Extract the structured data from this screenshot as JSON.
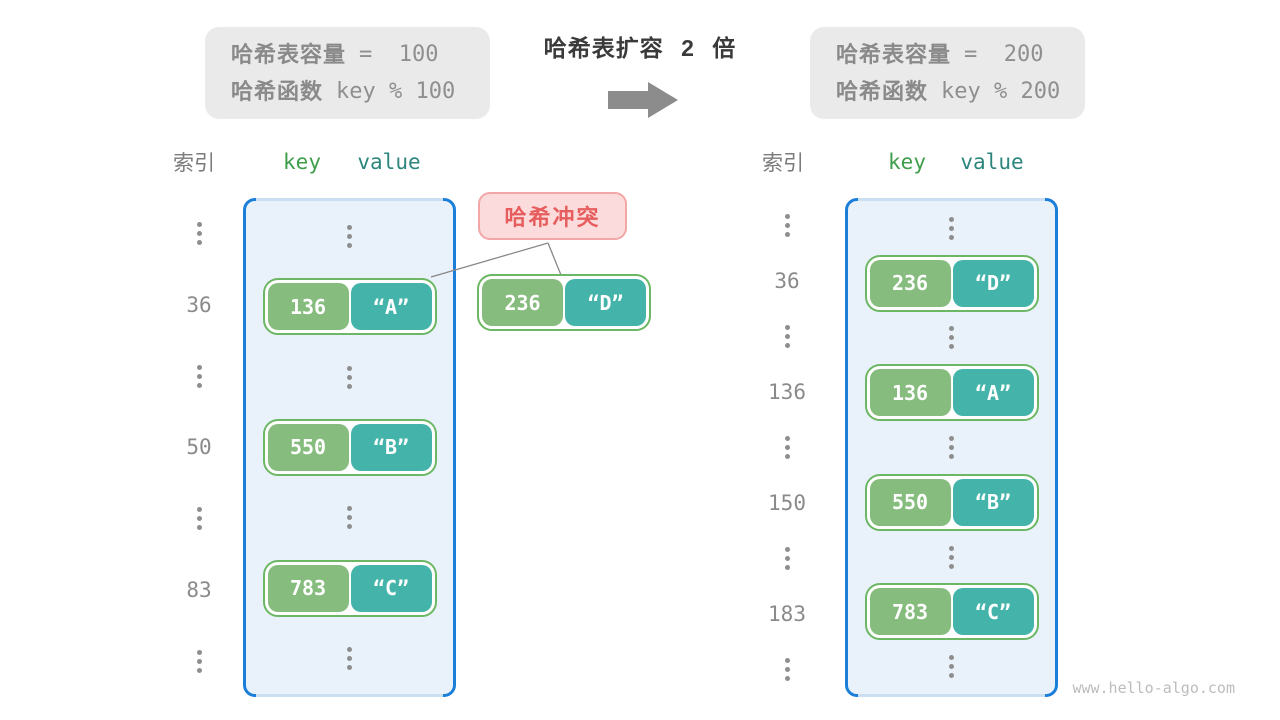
{
  "info_box_old": {
    "rows": [
      {
        "label": "哈希表容量",
        "value": "=  100"
      },
      {
        "label": "哈希函数",
        "value": "key % 100"
      }
    ]
  },
  "info_box_new": {
    "rows": [
      {
        "label": "哈希表容量",
        "value": "=  200"
      },
      {
        "label": "哈希函数",
        "value": "key % 200"
      }
    ]
  },
  "transition": {
    "title": "哈希表扩容 2 倍",
    "arrow_icon": "right-block-arrow"
  },
  "collision": {
    "label": "哈希冲突",
    "pair": {
      "key": "236",
      "value": "“D”"
    }
  },
  "table_old": {
    "headers": {
      "index": "索引",
      "key": "key",
      "value": "value"
    },
    "rows": [
      {
        "type": "dots"
      },
      {
        "type": "entry",
        "index": "36",
        "key": "136",
        "value": "“A”"
      },
      {
        "type": "dots"
      },
      {
        "type": "entry",
        "index": "50",
        "key": "550",
        "value": "“B”"
      },
      {
        "type": "dots"
      },
      {
        "type": "entry",
        "index": "83",
        "key": "783",
        "value": "“C”"
      },
      {
        "type": "dots"
      }
    ]
  },
  "table_new": {
    "headers": {
      "index": "索引",
      "key": "key",
      "value": "value"
    },
    "rows": [
      {
        "type": "dots"
      },
      {
        "type": "entry",
        "index": "36",
        "key": "236",
        "value": "“D”"
      },
      {
        "type": "dots"
      },
      {
        "type": "entry",
        "index": "136",
        "key": "136",
        "value": "“A”"
      },
      {
        "type": "dots"
      },
      {
        "type": "entry",
        "index": "150",
        "key": "550",
        "value": "“B”"
      },
      {
        "type": "dots"
      },
      {
        "type": "entry",
        "index": "183",
        "key": "783",
        "value": "“C”"
      },
      {
        "type": "dots"
      }
    ]
  },
  "watermark": "www.hello-algo.com",
  "colors": {
    "key_green": "#86bc7d",
    "value_teal": "#44b4aa",
    "pair_border_green": "#6cb763",
    "table_fill_blue": "#e9f2fb",
    "table_border_blue": "#1b7ed9",
    "collision_text_red": "#e75d5d",
    "collision_bg_pink": "#fbdbdb",
    "gray_text": "#8a8a8a",
    "header_key_green": "#3f9e4b",
    "header_value_teal": "#2c867d",
    "arrow_gray": "#8c8c8c"
  }
}
